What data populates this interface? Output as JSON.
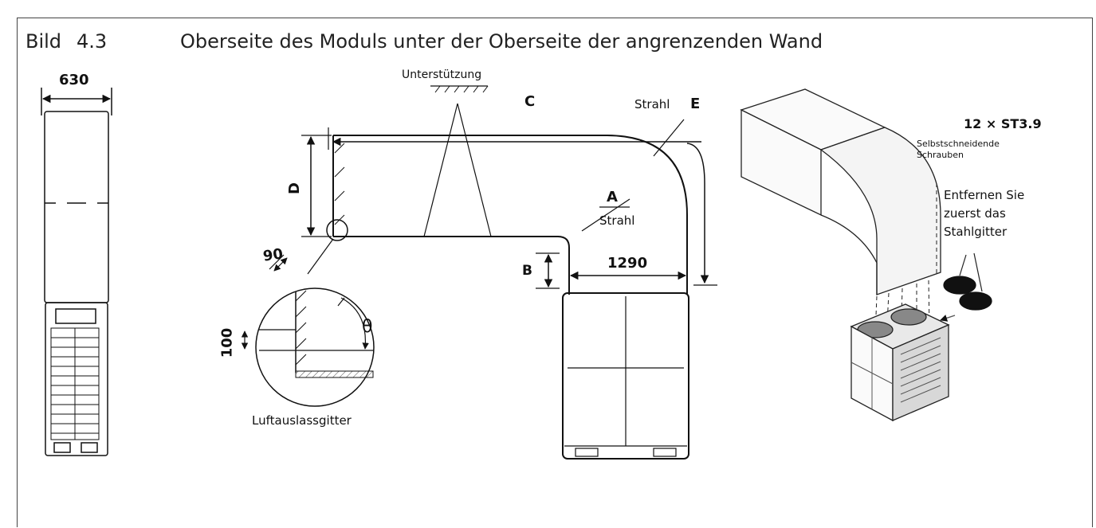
{
  "header": {
    "figure_label": "Bild",
    "figure_number": "4.3",
    "title": "Oberseite des Moduls unter der Oberseite der angrenzenden Wand"
  },
  "labels": {
    "width_630": "630",
    "support": "Unterstützung",
    "dim_c": "C",
    "beam_upper": "Strahl",
    "dim_e": "E",
    "dim_d": "D",
    "dim_a": "A",
    "beam_lower": "Strahl",
    "dim_b": "B",
    "width_1290": "1290",
    "dim_90": "90",
    "dim_100": "100",
    "theta": "θ",
    "outlet_grille": "Luftauslassgitter",
    "screws_count": "12 × ST3.9",
    "screws_note_1": "Selbstschneidende",
    "screws_note_2": "Schrauben",
    "remove_1": "Entfernen Sie",
    "remove_2": "zuerst das",
    "remove_3": "Stahlgitter"
  }
}
